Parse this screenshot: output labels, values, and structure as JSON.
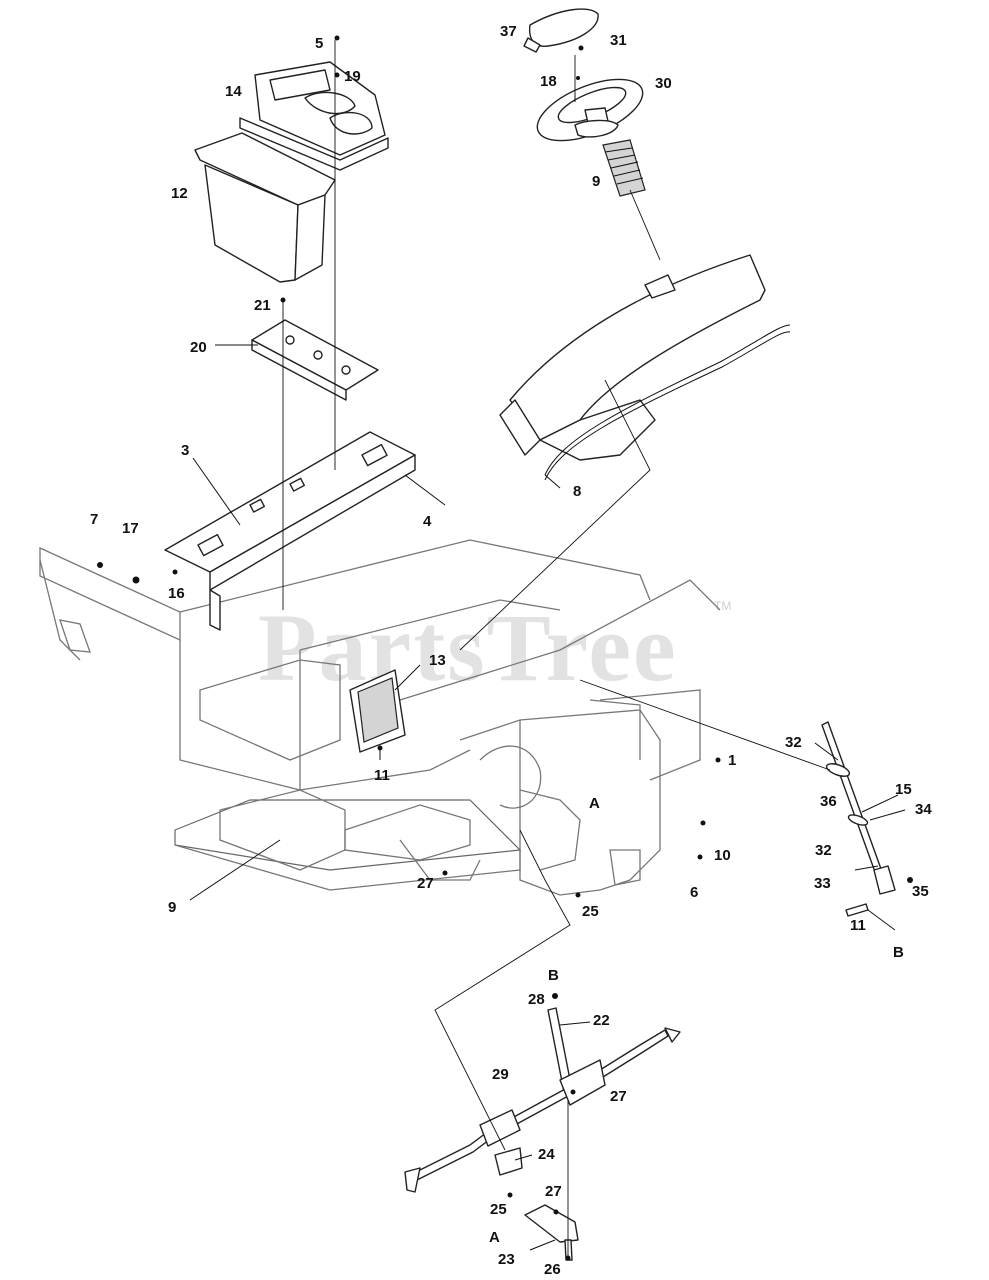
{
  "watermark": {
    "brand": "PartsTree",
    "trademark": "TM"
  },
  "callouts": {
    "c1": "1",
    "c3": "3",
    "c4": "4",
    "c5": "5",
    "c6": "6",
    "c7": "7",
    "c8": "8",
    "c9_top": "9",
    "c9_bottom": "9",
    "c10": "10",
    "c11_frame": "11",
    "c11_shaft": "11",
    "c12": "12",
    "c13": "13",
    "c14": "14",
    "c15": "15",
    "c16": "16",
    "c17": "17",
    "c18": "18",
    "c19": "19",
    "c20": "20",
    "c21": "21",
    "c22": "22",
    "c23": "23",
    "c24": "24",
    "c25_frame": "25",
    "c25_rack": "25",
    "c26": "26",
    "c27_frame": "27",
    "c27_rack": "27",
    "c27_bracket": "27",
    "c28": "28",
    "c29": "29",
    "c30": "30",
    "c31": "31",
    "c32_top": "32",
    "c32_mid": "32",
    "c33": "33",
    "c34": "34",
    "c35": "35",
    "c36": "36",
    "c37": "37",
    "ref_a_frame": "A",
    "ref_a_rack": "A",
    "ref_b_shaft": "B",
    "ref_b_rack": "B"
  }
}
